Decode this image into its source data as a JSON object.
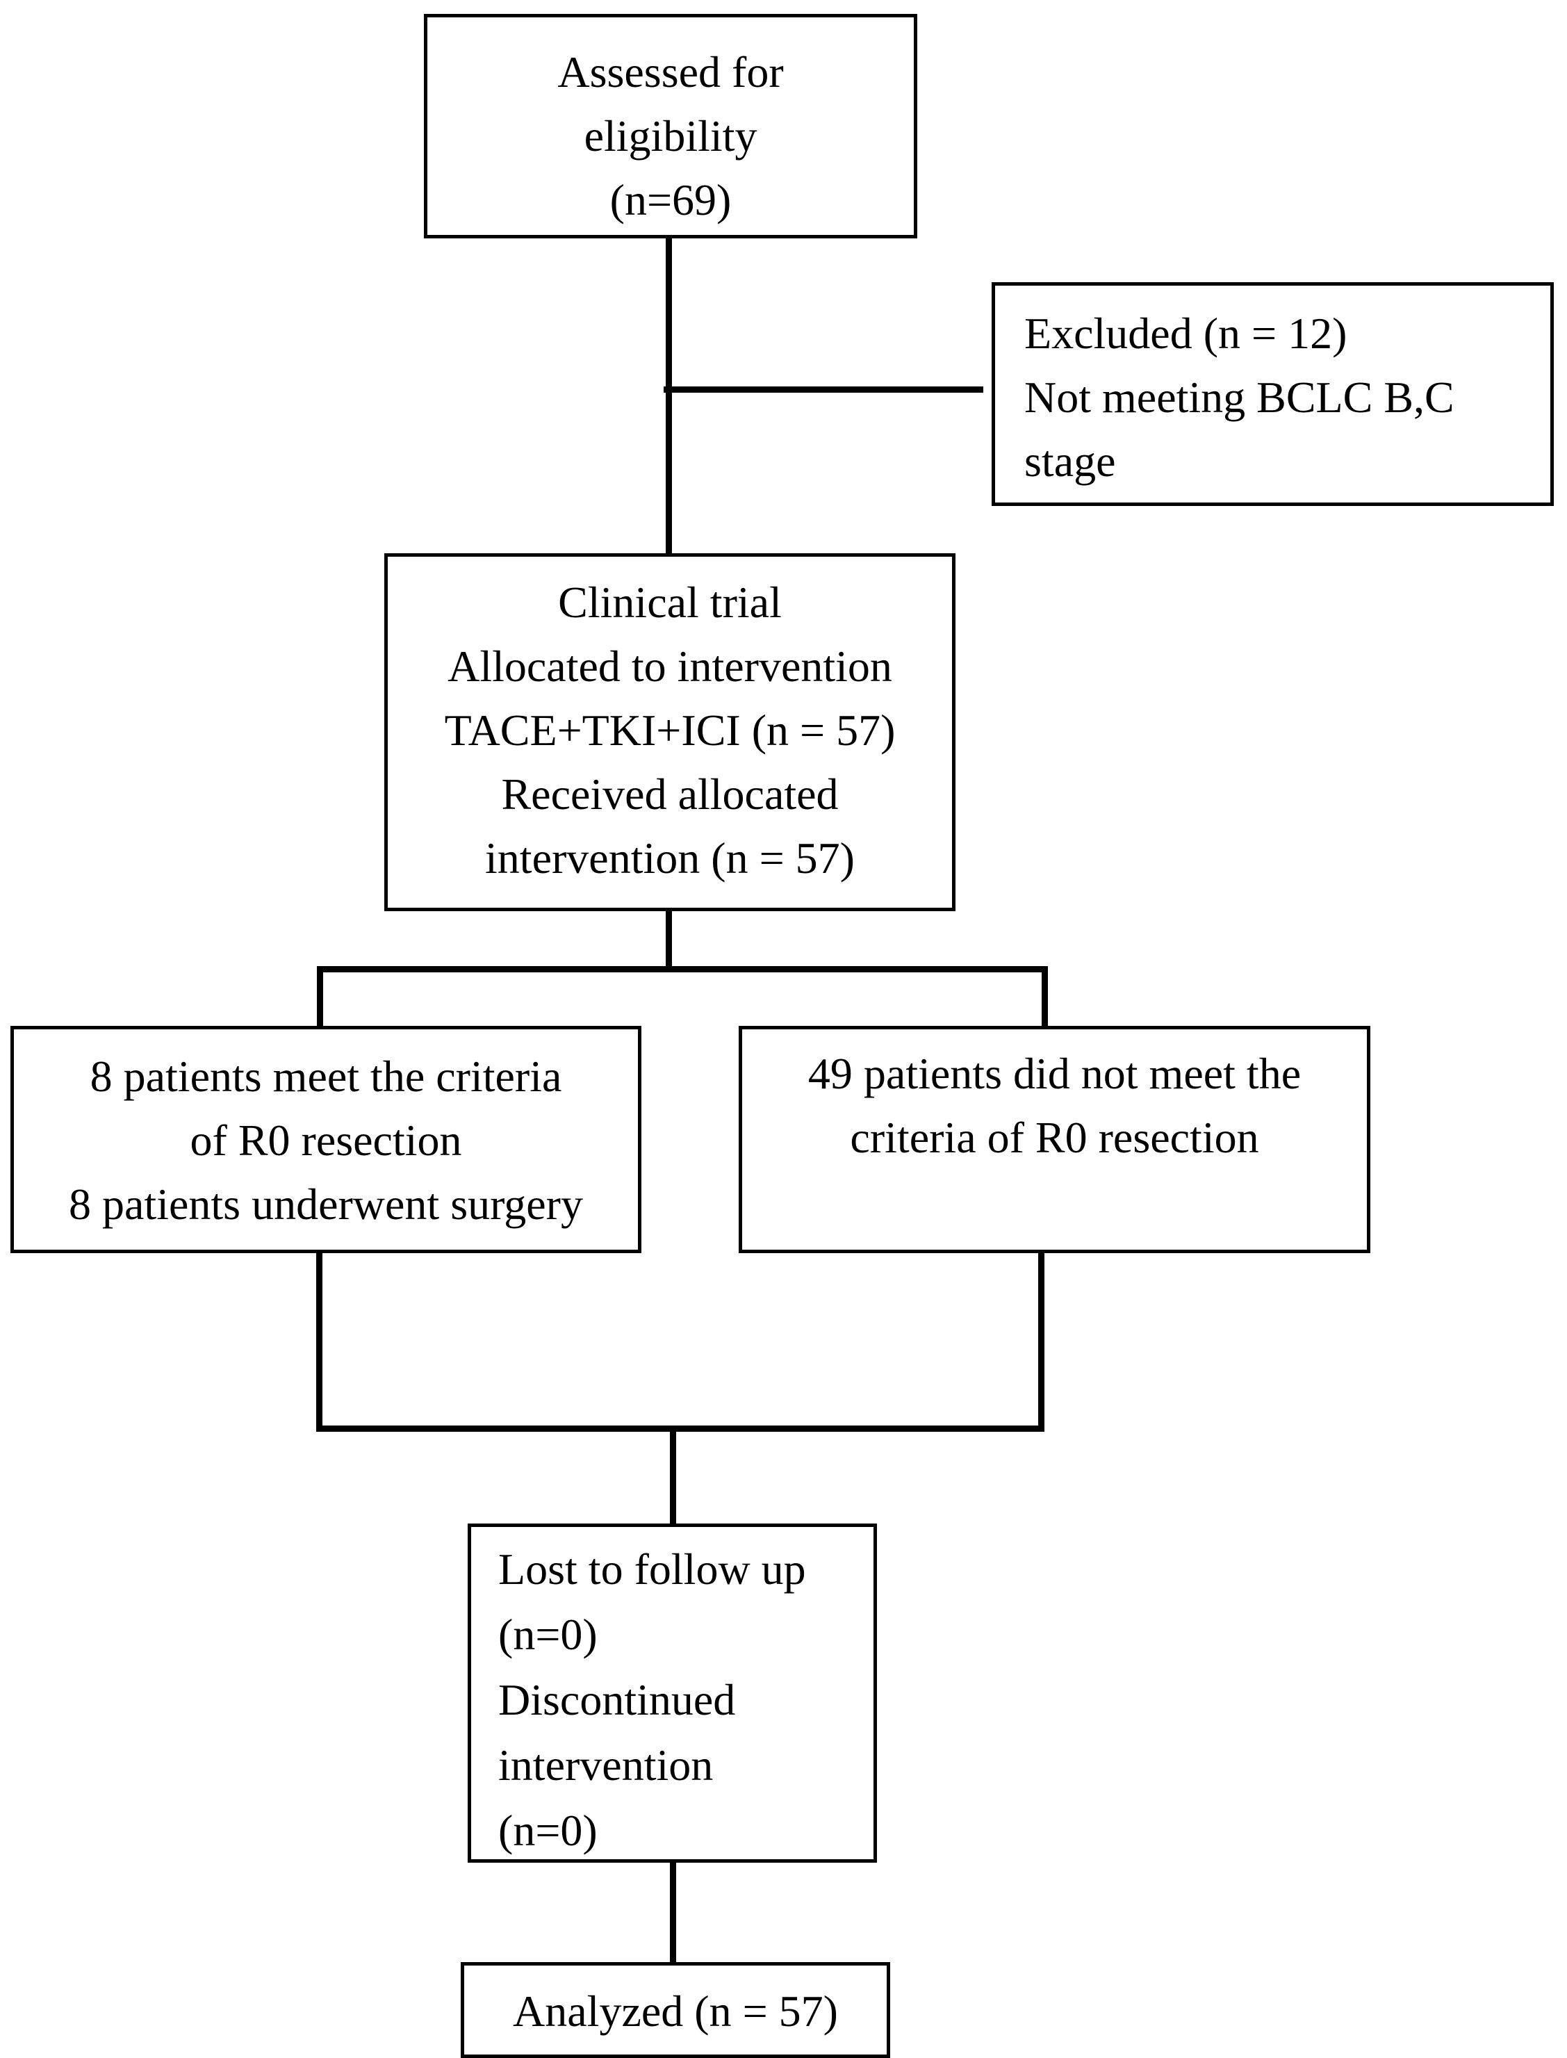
{
  "boxes": {
    "assessed": {
      "lines": [
        "Assessed for",
        "eligibility",
        "(n=69)"
      ]
    },
    "excluded": {
      "lines": [
        "Excluded (n = 12)",
        "Not meeting BCLC B,C",
        "stage"
      ]
    },
    "clinical": {
      "lines": [
        "Clinical trial",
        "Allocated to intervention",
        "TACE+TKI+ICI (n = 57)",
        "Received allocated",
        "intervention (n = 57)"
      ]
    },
    "meet": {
      "lines": [
        "8 patients meet the criteria",
        "of R0 resection",
        "8 patients underwent surgery"
      ]
    },
    "not_meet": {
      "lines": [
        "49 patients did not meet the",
        "criteria of R0 resection"
      ]
    },
    "followup": {
      "lines": [
        "Lost to follow up",
        "(n=0)",
        "Discontinued",
        "intervention",
        "(n=0)"
      ]
    },
    "analyzed": {
      "lines": [
        "Analyzed (n = 57)"
      ]
    }
  }
}
